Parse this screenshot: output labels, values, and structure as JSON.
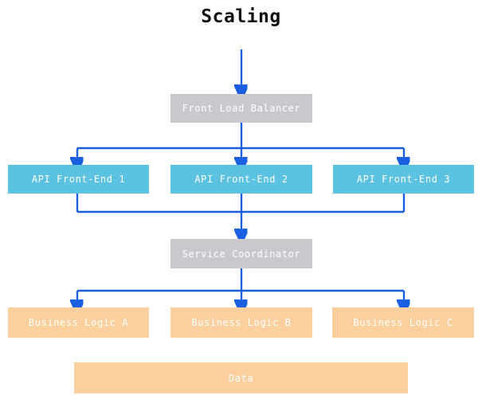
{
  "diagram": {
    "title": "Scaling",
    "type": "flowchart",
    "colors": {
      "background": "#ffffff",
      "title_text": "#111111",
      "node_gray": "#cbc8cd",
      "node_blue": "#5bc2e2",
      "node_orange": "#fcd09e",
      "node_text": "#ffffff",
      "edge": "#1a5fe0"
    },
    "tiers": [
      {
        "name": "entry",
        "nodes": [
          {
            "id": "front-load-balancer",
            "label": "Front Load Balancer",
            "style": "gray"
          }
        ]
      },
      {
        "name": "api-front-ends",
        "nodes": [
          {
            "id": "api-front-end-1",
            "label": "API Front-End 1",
            "style": "blue"
          },
          {
            "id": "api-front-end-2",
            "label": "API Front-End 2",
            "style": "blue"
          },
          {
            "id": "api-front-end-3",
            "label": "API Front-End 3",
            "style": "blue"
          }
        ]
      },
      {
        "name": "coordination",
        "nodes": [
          {
            "id": "service-coordinator",
            "label": "Service Coordinator",
            "style": "gray"
          }
        ]
      },
      {
        "name": "business-logic",
        "nodes": [
          {
            "id": "business-logic-a",
            "label": "Business Logic A",
            "style": "orange"
          },
          {
            "id": "business-logic-b",
            "label": "Business Logic B",
            "style": "orange"
          },
          {
            "id": "business-logic-c",
            "label": "Business Logic C",
            "style": "orange"
          }
        ]
      },
      {
        "name": "storage",
        "nodes": [
          {
            "id": "data",
            "label": "Data",
            "style": "orange"
          }
        ]
      }
    ],
    "edges": [
      {
        "from": "external-traffic",
        "to": "front-load-balancer",
        "arrow": true
      },
      {
        "from": "front-load-balancer",
        "to": "api-front-end-1",
        "arrow": true
      },
      {
        "from": "front-load-balancer",
        "to": "api-front-end-2",
        "arrow": true
      },
      {
        "from": "front-load-balancer",
        "to": "api-front-end-3",
        "arrow": true
      },
      {
        "from": "api-front-end-1",
        "to": "service-coordinator",
        "arrow": true
      },
      {
        "from": "api-front-end-2",
        "to": "service-coordinator",
        "arrow": true
      },
      {
        "from": "api-front-end-3",
        "to": "service-coordinator",
        "arrow": true
      },
      {
        "from": "service-coordinator",
        "to": "business-logic-a",
        "arrow": true
      },
      {
        "from": "service-coordinator",
        "to": "business-logic-b",
        "arrow": true
      },
      {
        "from": "service-coordinator",
        "to": "business-logic-c",
        "arrow": true
      }
    ]
  }
}
